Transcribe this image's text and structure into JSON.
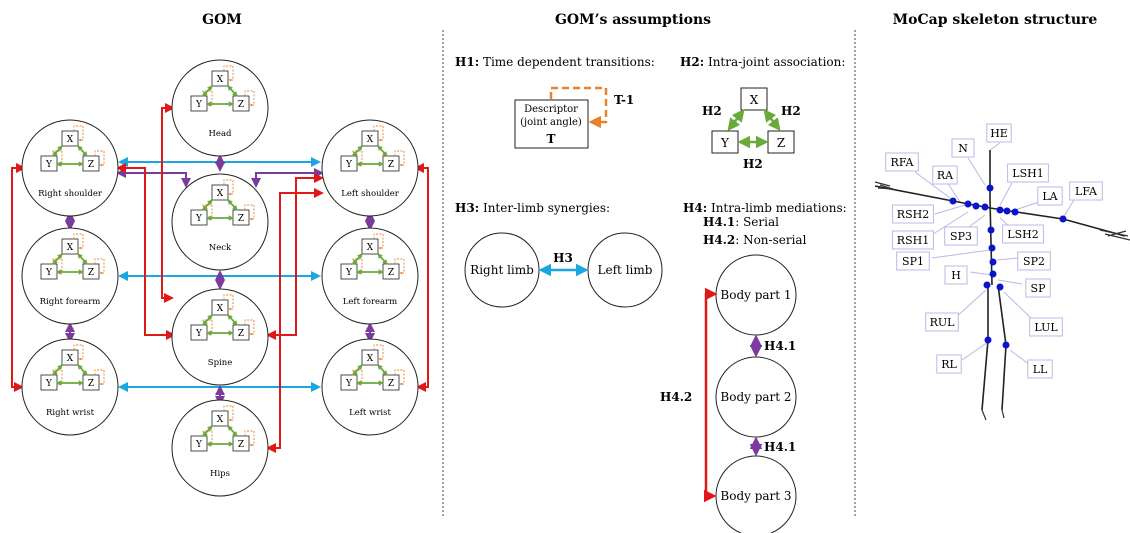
{
  "titles": {
    "gom": "GOM",
    "assumptions": "GOM’s assumptions",
    "skeleton": "MoCap skeleton structure"
  },
  "gom_nodes": [
    {
      "id": "head",
      "label": "Head"
    },
    {
      "id": "right_shoulder",
      "label": "Right shoulder"
    },
    {
      "id": "left_shoulder",
      "label": "Left shoulder"
    },
    {
      "id": "neck",
      "label": "Neck"
    },
    {
      "id": "right_forearm",
      "label": "Right forearm"
    },
    {
      "id": "left_forearm",
      "label": "Left forearm"
    },
    {
      "id": "spine",
      "label": "Spine"
    },
    {
      "id": "right_wrist",
      "label": "Right wrist"
    },
    {
      "id": "left_wrist",
      "label": "Left wrist"
    },
    {
      "id": "hips",
      "label": "Hips"
    }
  ],
  "joint_axes": {
    "x": "X",
    "y": "Y",
    "z": "Z"
  },
  "h1": {
    "key": "H1:",
    "text": "Time dependent transitions:",
    "box_line1": "Descriptor",
    "box_line2": "(joint angle)",
    "box_time": "T",
    "loop_label": "T-1"
  },
  "h2": {
    "key": "H2:",
    "text": "Intra-joint association:",
    "edge_label": "H2"
  },
  "h3": {
    "key": "H3:",
    "text": "Inter-limb synergies:",
    "left": "Right limb",
    "right": "Left limb",
    "edge_label": "H3"
  },
  "h4": {
    "key": "H4:",
    "text": "Intra-limb mediations:",
    "serial_key": "H4.1",
    "serial_text": ": Serial",
    "nonserial_key": "H4.2",
    "nonserial_text": ": Non-serial",
    "parts": [
      "Body part 1",
      "Body part 2",
      "Body part 3"
    ],
    "serial_label": "H4.1",
    "nonserial_label": "H4.2"
  },
  "skeleton_labels": [
    "HE",
    "N",
    "RFA",
    "RA",
    "LSH1",
    "LA",
    "LFA",
    "RSH2",
    "RSH1",
    "SP3",
    "LSH2",
    "SP1",
    "SP2",
    "H",
    "SP",
    "RUL",
    "LUL",
    "RL",
    "LL"
  ],
  "colors": {
    "inter_limb": "#1aa7e0",
    "intra_limb_serial": "#7a3a9e",
    "intra_limb_nonserial": "#e01818",
    "intra_joint": "#6aaa3a",
    "time_loop": "#e8822a",
    "skeleton_joint": "#0a14cc",
    "skeleton_label_border": "#b8b8e8"
  }
}
